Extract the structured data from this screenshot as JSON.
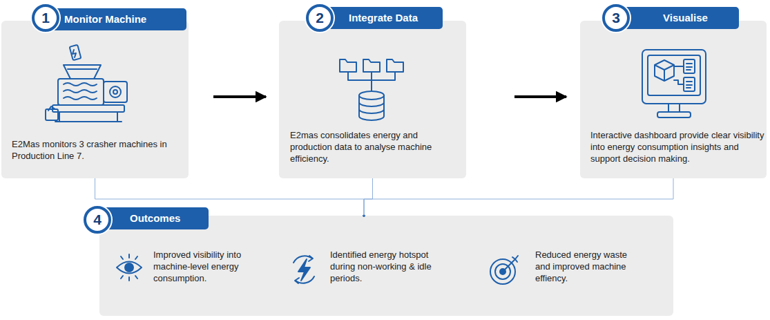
{
  "diagram": {
    "nodes": [
      {
        "text": [
          "Monitor Machine",
          "E2Mas monitors 3 crasher machines in Production Line 7."
        ]
      },
      {
        "text": [
          "Integrate Data",
          "E2mas consolidates energy and production data to analyse machine efficiency."
        ]
      },
      {
        "text": [
          "Visualise",
          "Interactive dashboard provide clear visibility into energy consumption insights and support decision making."
        ]
      },
      {
        "text": [
          "Outcomes",
          "Improved visibility into machine-level energy consumption.",
          "Identified energy hotspot during non-working & idle periods.",
          "Reduced energy waste and improved machine effiency."
        ]
      }
    ],
    "edges": [
      {
        "from": 0,
        "to": 1,
        "arrow": "to"
      },
      {
        "from": 1,
        "to": 2,
        "arrow": "to"
      },
      {
        "from": 0,
        "to": 3,
        "arrow": "none"
      },
      {
        "from": 1,
        "to": 3,
        "arrow": "none"
      },
      {
        "from": 2,
        "to": 3,
        "arrow": "none"
      }
    ],
    "labels": [
      "1",
      "2",
      "3",
      "4"
    ]
  }
}
